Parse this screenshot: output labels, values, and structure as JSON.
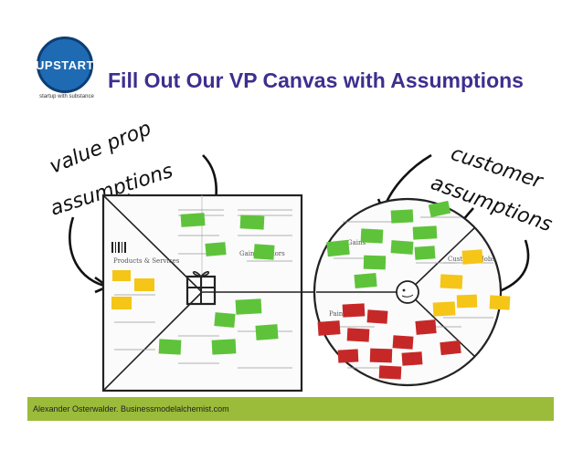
{
  "header": {
    "logo_text": "UPSTART",
    "logo_sub": "startup with substance",
    "title": "Fill Out Our VP Canvas with Assumptions"
  },
  "annotations": {
    "left_line1": "value prop",
    "left_line2": "assumptions",
    "right_line1": "customer",
    "right_line2": "assumptions"
  },
  "canvas_labels": {
    "products": "Products & Services",
    "gain_creators": "Gain Creators",
    "pains": "Pains",
    "gains": "Gains",
    "customer_jobs": "Customer Jobs"
  },
  "footer": {
    "credit": "Alexander Osterwalder. Businessmodelalchemist.com"
  },
  "colors": {
    "title": "#3d2f8f",
    "footer_bar": "#9bbb3a",
    "sticky_green": "#5ec33a",
    "sticky_yellow": "#f5c518",
    "sticky_red": "#c62828"
  }
}
